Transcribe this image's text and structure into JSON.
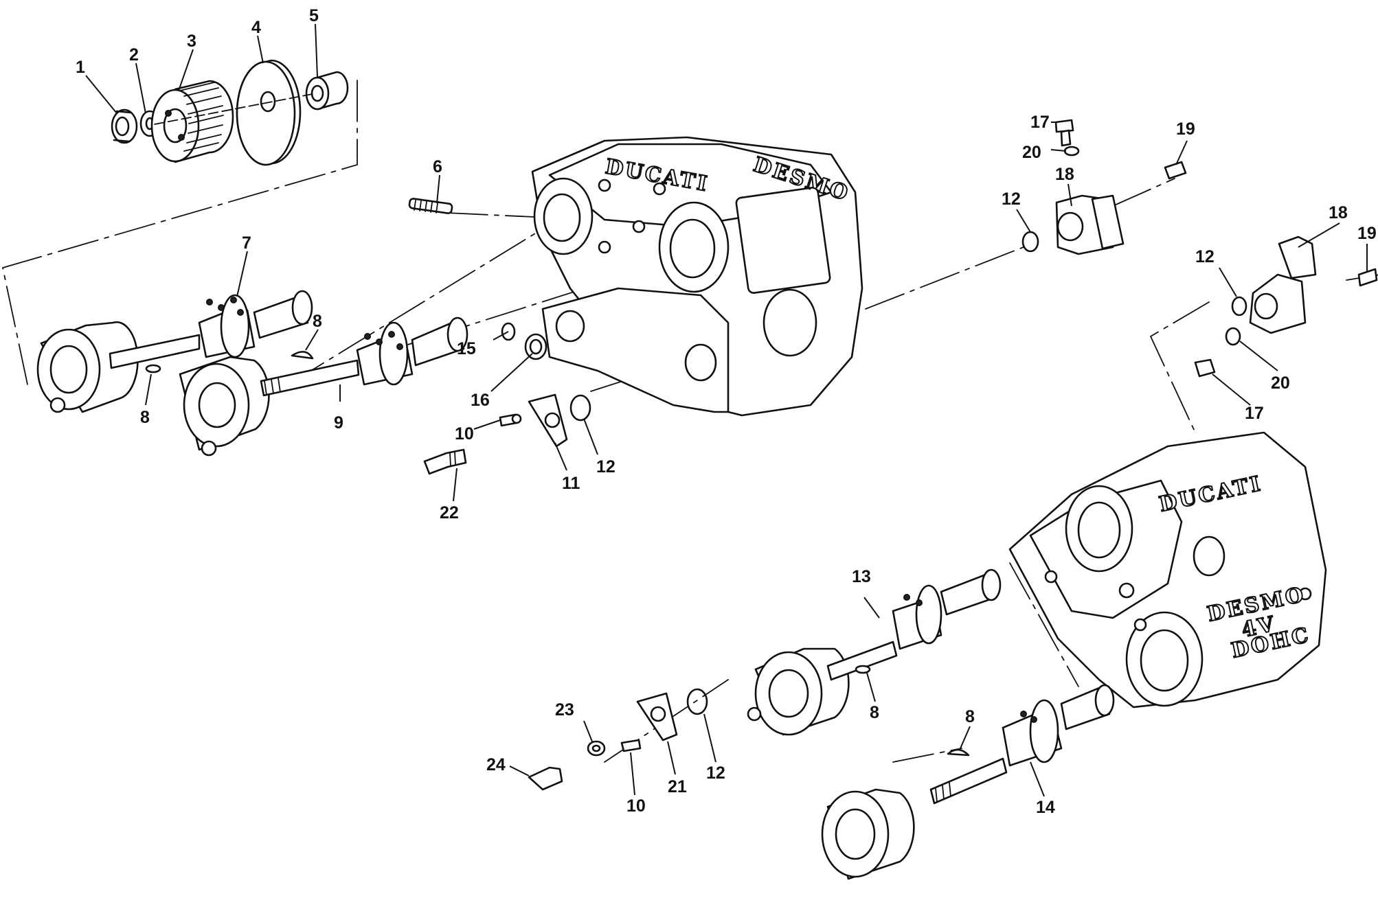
{
  "diagram": {
    "callouts": [
      "1",
      "2",
      "3",
      "4",
      "5",
      "6",
      "7",
      "8",
      "8",
      "9",
      "10",
      "11",
      "12",
      "15",
      "16",
      "22",
      "17",
      "20",
      "19",
      "12",
      "18",
      "18",
      "12",
      "19",
      "20",
      "17",
      "13",
      "8",
      "23",
      "24",
      "10",
      "21",
      "12",
      "8",
      "14"
    ],
    "castings": [
      "DUCATI",
      "DESMO",
      "4V",
      "DOHC"
    ]
  }
}
